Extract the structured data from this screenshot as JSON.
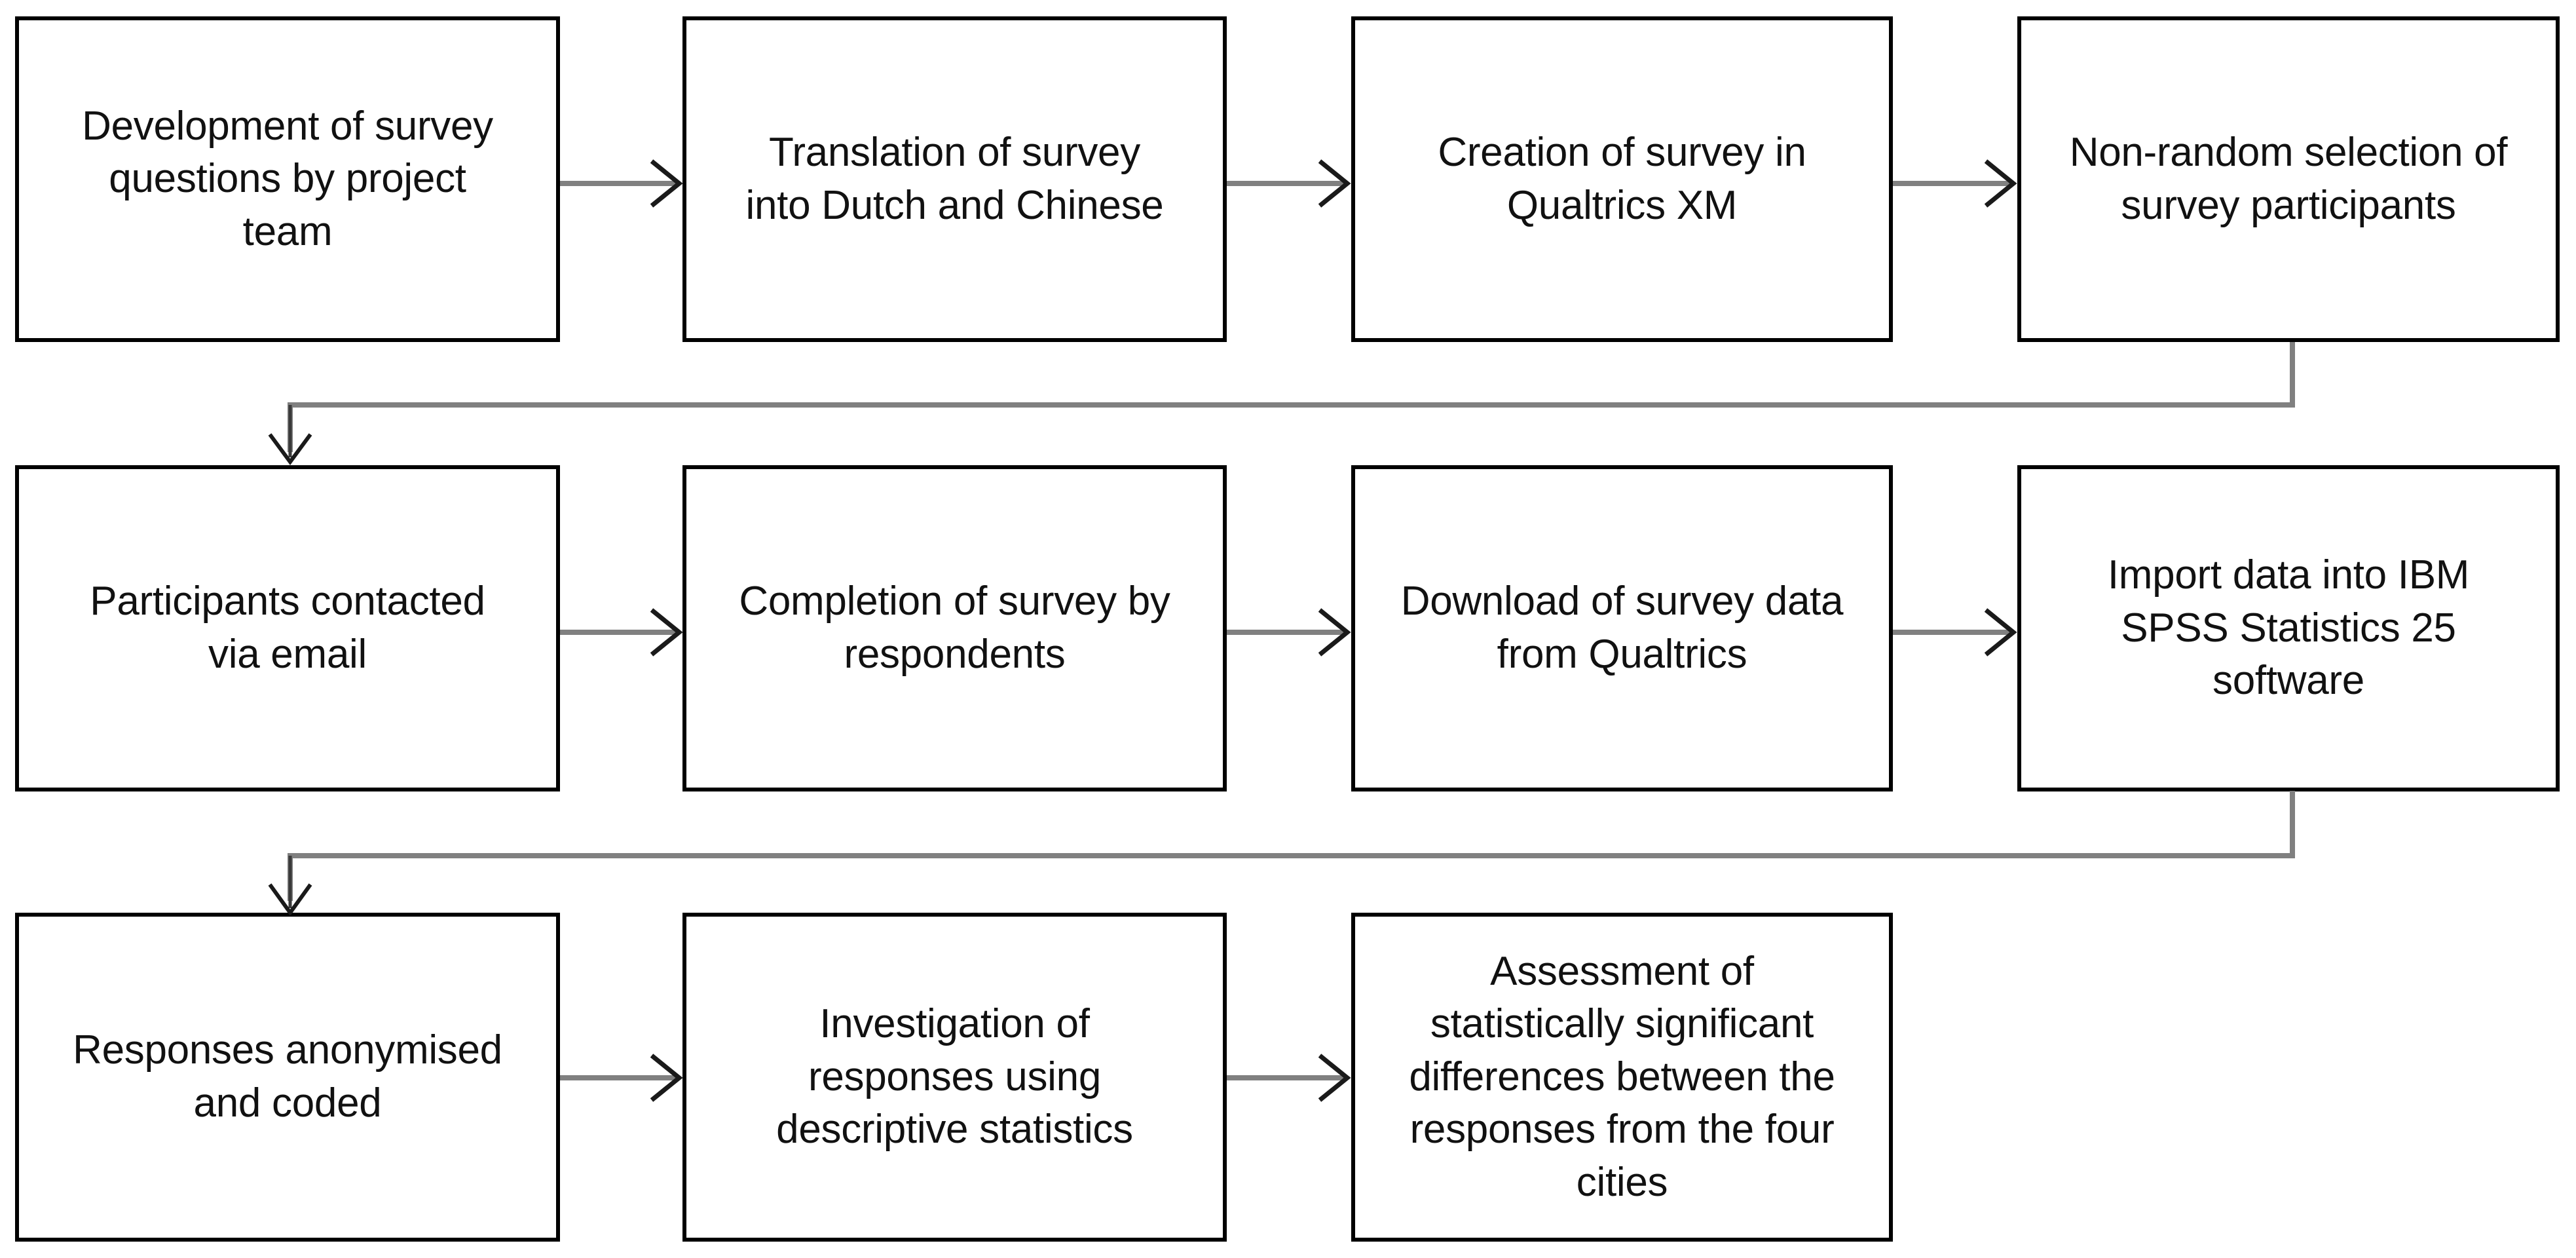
{
  "diagram": {
    "title": "Survey research process flowchart",
    "background_color": "#ffffff",
    "box_border_color": "#000000",
    "connector_color": "#808080",
    "arrowhead_color": "#1a1a1a",
    "text_color": "#111111"
  },
  "rows": [
    {
      "row_index": 1,
      "nodes": [
        {
          "id": "n1",
          "label": "Development of survey\nquestions by project\nteam"
        },
        {
          "id": "n2",
          "label": "Translation of survey\ninto Dutch and Chinese"
        },
        {
          "id": "n3",
          "label": "Creation of survey in\nQualtrics XM"
        },
        {
          "id": "n4",
          "label": "Non-random selection of\nsurvey participants"
        }
      ]
    },
    {
      "row_index": 2,
      "nodes": [
        {
          "id": "n5",
          "label": "Participants contacted\nvia email"
        },
        {
          "id": "n6",
          "label": "Completion of survey by\nrespondents"
        },
        {
          "id": "n7",
          "label": "Download of survey data\nfrom Qualtrics"
        },
        {
          "id": "n8",
          "label": "Import data into IBM\nSPSS Statistics 25\nsoftware"
        }
      ]
    },
    {
      "row_index": 3,
      "nodes": [
        {
          "id": "n9",
          "label": "Responses anonymised\nand coded"
        },
        {
          "id": "n10",
          "label": "Investigation of\nresponses using\ndescriptive statistics"
        },
        {
          "id": "n11",
          "label": "Assessment of\nstatistically significant\ndifferences between the\nresponses from the four\ncities"
        }
      ]
    }
  ],
  "connectors": [
    {
      "id": "c1",
      "from": "n1",
      "to": "n2",
      "kind": "arrow-right"
    },
    {
      "id": "c2",
      "from": "n2",
      "to": "n3",
      "kind": "arrow-right"
    },
    {
      "id": "c3",
      "from": "n3",
      "to": "n4",
      "kind": "arrow-right"
    },
    {
      "id": "c4",
      "from": "n4",
      "to": "n5",
      "kind": "wrap-down-left"
    },
    {
      "id": "c5",
      "from": "n5",
      "to": "n6",
      "kind": "arrow-right"
    },
    {
      "id": "c6",
      "from": "n6",
      "to": "n7",
      "kind": "arrow-right"
    },
    {
      "id": "c7",
      "from": "n7",
      "to": "n8",
      "kind": "arrow-right"
    },
    {
      "id": "c8",
      "from": "n8",
      "to": "n9",
      "kind": "wrap-down-left"
    },
    {
      "id": "c9",
      "from": "n9",
      "to": "n10",
      "kind": "arrow-right"
    },
    {
      "id": "c10",
      "from": "n10",
      "to": "n11",
      "kind": "arrow-right"
    }
  ]
}
